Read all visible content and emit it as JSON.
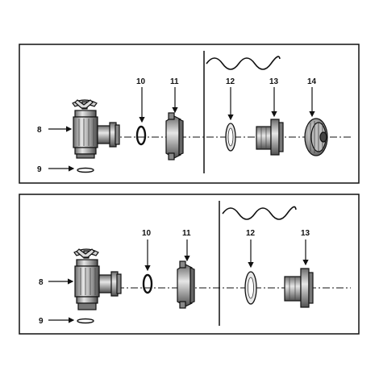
{
  "panels": [
    {
      "labels": {
        "p8": "8",
        "p9": "9",
        "p10": "10",
        "p11": "11",
        "p12": "12",
        "p13": "13",
        "p14": "14"
      }
    },
    {
      "labels": {
        "p8": "8",
        "p9": "9",
        "p10": "10",
        "p11": "11",
        "p12": "12",
        "p13": "13"
      }
    }
  ],
  "icons": {
    "wave": "water-level-wave-icon",
    "wall": "pool-wall-line-icon"
  },
  "colors": {
    "line": "#111111",
    "part_fill": "#bdbdbd",
    "part_dark": "#555555",
    "background": "#ffffff"
  }
}
